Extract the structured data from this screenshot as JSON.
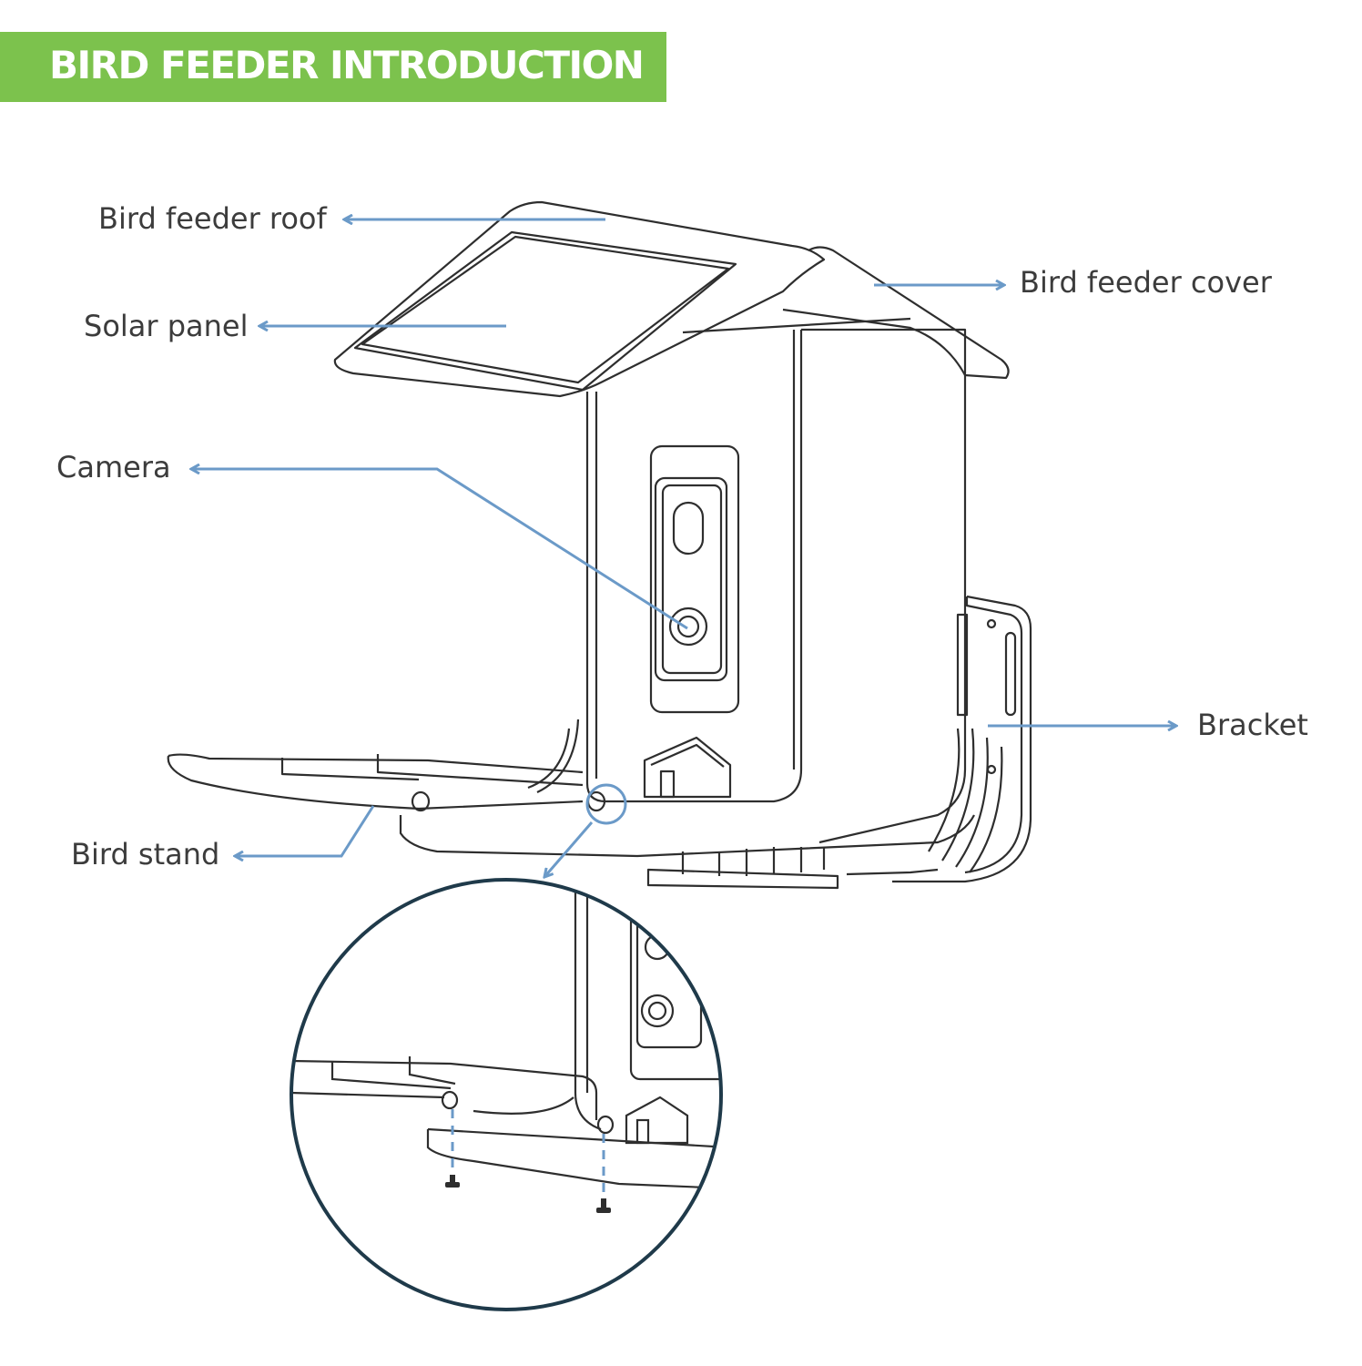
{
  "header": {
    "title": "BIRD FEEDER INTRODUCTION"
  },
  "labels": {
    "roof": "Bird feeder roof",
    "solar": "Solar panel",
    "camera": "Camera",
    "stand": "Bird stand",
    "cover": "Bird feeder cover",
    "bracket": "Bracket"
  },
  "colors": {
    "banner": "#7cc24d",
    "arrow": "#6b9ac8",
    "line": "#2e2e2e",
    "detail_circle": "#1f3a4a"
  }
}
